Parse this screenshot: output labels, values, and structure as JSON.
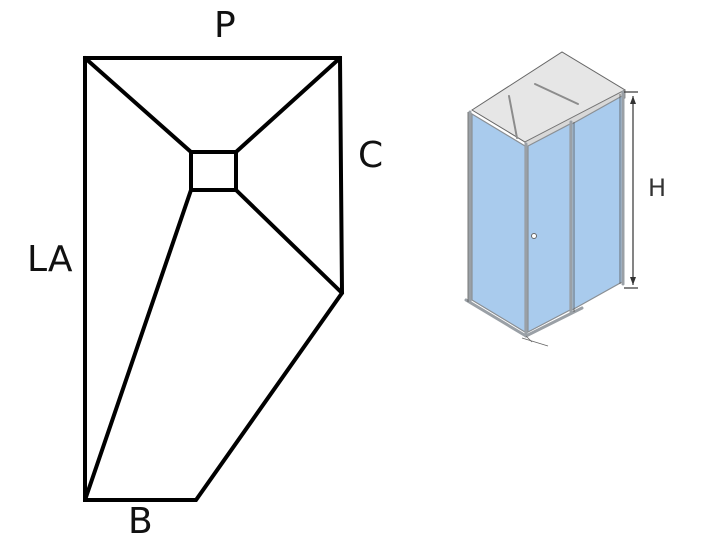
{
  "tray_plan": {
    "labels": {
      "top": "P",
      "right": "C",
      "left": "LA",
      "bottom": "B"
    }
  },
  "enclosure_illustration": {
    "height_label": "H",
    "colors": {
      "glass": "#a9cbed",
      "frame": "#9aa0a6",
      "ceiling": "#e6e6e6",
      "outline": "#555555"
    }
  }
}
